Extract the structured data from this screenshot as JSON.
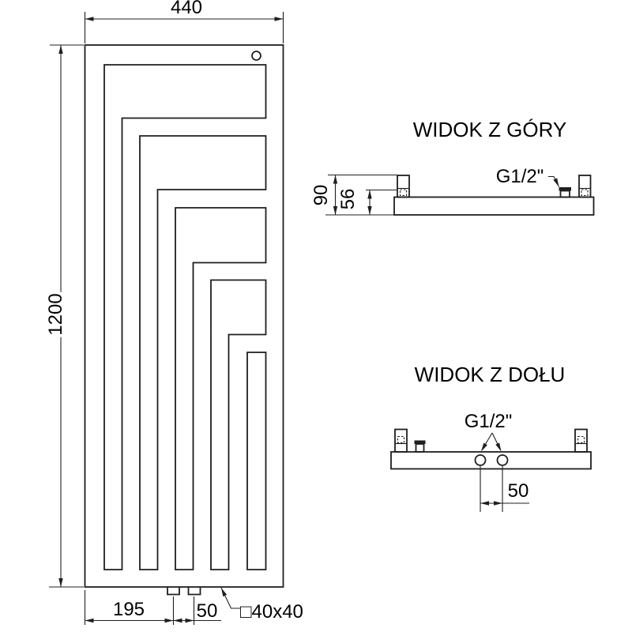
{
  "front_view": {
    "dim_width": "440",
    "dim_height": "1200",
    "dim_left_offset": "195",
    "dim_pipe_spacing": "50",
    "profile_label": "□40x40"
  },
  "top_view": {
    "title": "WIDOK Z GÓRY",
    "dim_depth": "90",
    "dim_hook": "56",
    "thread_label": "G1/2\""
  },
  "bottom_view": {
    "title": "WIDOK Z DOŁU",
    "thread_label": "G1/2\"",
    "dim_spacing": "50"
  },
  "colors": {
    "line": "#1f1f1f",
    "text": "#000000",
    "background": "#ffffff"
  }
}
